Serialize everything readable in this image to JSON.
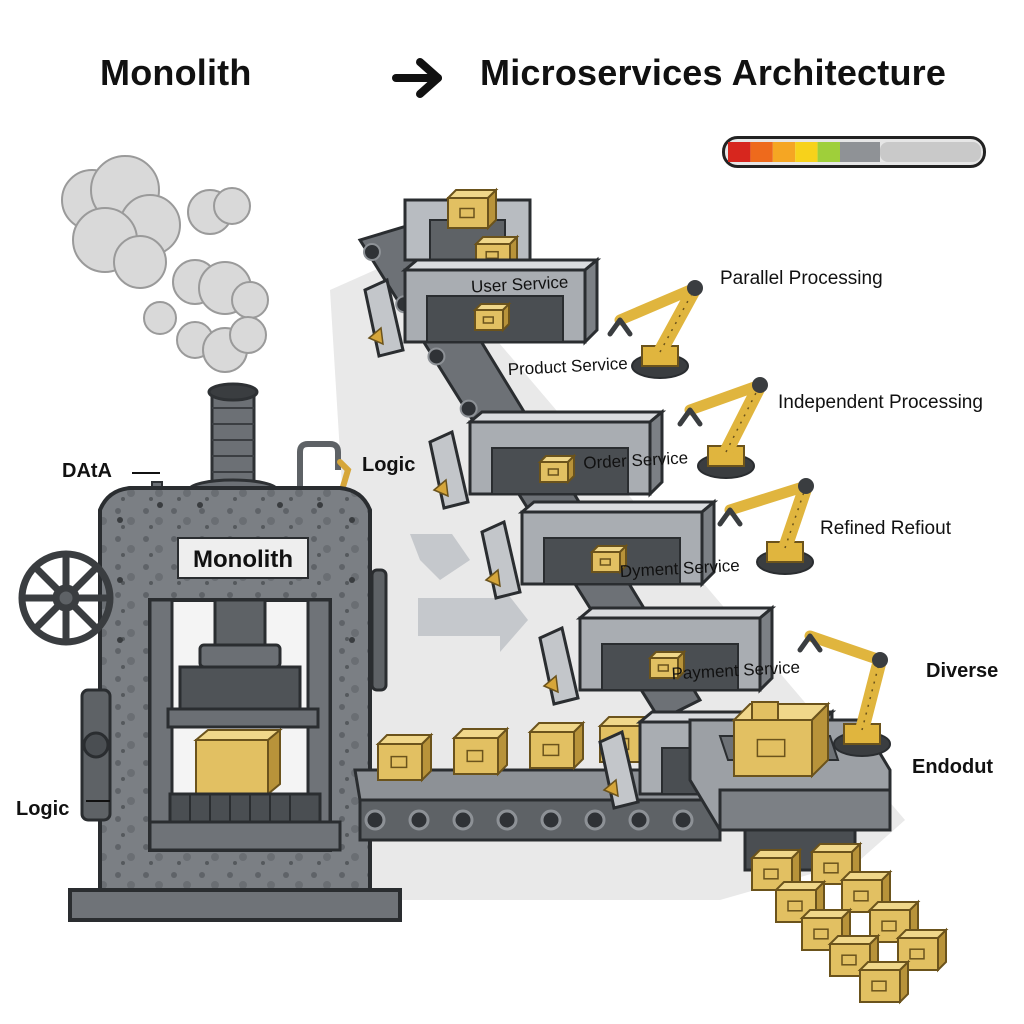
{
  "header": {
    "left_title": "Monolith",
    "right_title": "Microservices Architecture",
    "arrow_icon": "right-arrow-icon"
  },
  "progress": {
    "fill_fraction": 0.6,
    "colors": [
      "#d7261e",
      "#ee6a1c",
      "#f5a623",
      "#f7d21b",
      "#9fcf3a",
      "#c9c9c9"
    ]
  },
  "monolith": {
    "plate_label": "Monolith",
    "label_data": "DΑtΑ",
    "label_logic_top": "Logic",
    "label_logic_left": "Logic"
  },
  "services": [
    {
      "name": "User Service"
    },
    {
      "name": "Product Service"
    },
    {
      "name": "Order Service"
    },
    {
      "name": "Dyment Service"
    },
    {
      "name": "Payment Service"
    }
  ],
  "annotations": {
    "parallel": "Parallel Processing",
    "independent": "Independent Processing",
    "refined": "Refined Refiout",
    "diverse": "Diverse",
    "endout": "Endodut"
  },
  "colors": {
    "steel": "#8d9196",
    "steel_dark": "#4f5357",
    "steel_light": "#c9ccd0",
    "box": "#e2c062",
    "box_dark": "#b8933a",
    "arm": "#e0b53e"
  }
}
